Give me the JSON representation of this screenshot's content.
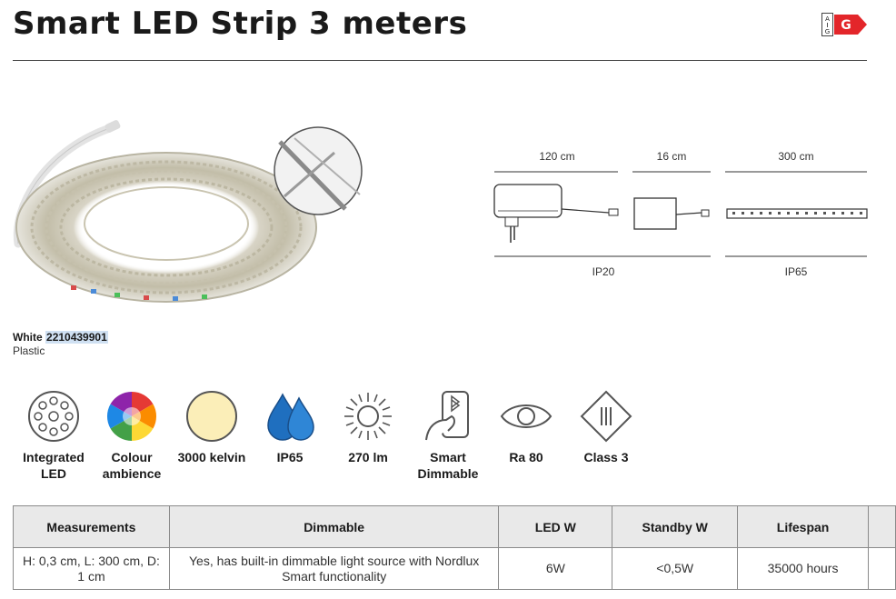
{
  "header": {
    "title": "Smart LED Strip 3 meters",
    "energy_class": {
      "scale_top": "A",
      "scale_bottom": "G",
      "class": "G",
      "color": "#e3262a"
    }
  },
  "diagram": {
    "segments": [
      {
        "length": "120 cm"
      },
      {
        "length": "16 cm"
      },
      {
        "length": "300 cm"
      }
    ],
    "ratings": [
      {
        "rating": "IP20"
      },
      {
        "rating": "IP65"
      }
    ]
  },
  "variant": {
    "color": "White",
    "sku": "2210439901",
    "material": "Plastic"
  },
  "features": [
    {
      "icon": "integrated-led-icon",
      "label": "Integrated LED"
    },
    {
      "icon": "colour-wheel-icon",
      "label": "Colour ambience"
    },
    {
      "icon": "warm-light-icon",
      "label": "3000 kelvin"
    },
    {
      "icon": "water-drops-icon",
      "label": "IP65"
    },
    {
      "icon": "sun-icon",
      "label": "270 lm"
    },
    {
      "icon": "smart-phone-icon",
      "label": "Smart Dimmable"
    },
    {
      "icon": "eye-icon",
      "label": "Ra 80"
    },
    {
      "icon": "class-3-icon",
      "label": "Class 3"
    }
  ],
  "spec_table": {
    "headers": [
      "Measurements",
      "Dimmable",
      "LED W",
      "Standby W",
      "Lifespan",
      ""
    ],
    "row": [
      "H: 0,3 cm, L: 300 cm, D: 1 cm",
      "Yes, has built-in dimmable light source with Nordlux Smart functionality",
      "6W",
      "<0,5W",
      "35000 hours",
      ""
    ]
  }
}
